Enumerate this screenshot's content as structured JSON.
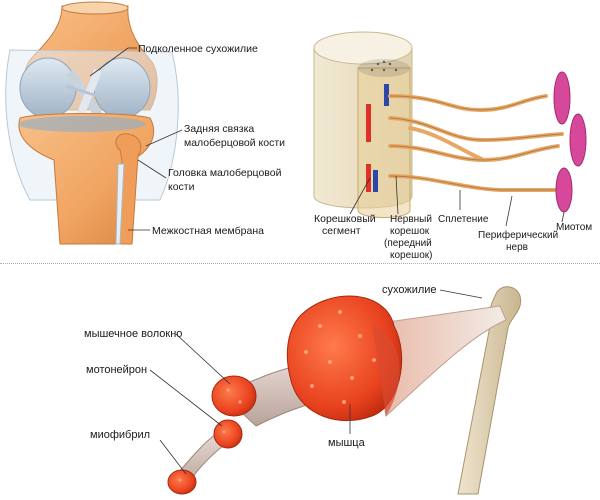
{
  "knee": {
    "labels": {
      "popliteal_tendon": "Подколенное сухожилие",
      "posterior_ligament_line1": "Задняя связка",
      "posterior_ligament_line2": "малоберцовой кости",
      "fibula_head_line1": "Головка малоберцовой",
      "fibula_head_line2": "кости",
      "interosseous_membrane": "Межкостная мембрана"
    }
  },
  "spine": {
    "labels": {
      "root_segment_line1": "Корешковый",
      "root_segment_line2": "сегмент",
      "nerve_root_line1": "Нервный",
      "nerve_root_line2": "корешок",
      "nerve_root_line3": "(передний",
      "nerve_root_line4": "корешок)",
      "plexus": "Сплетение",
      "peripheral_nerve_line1": "Периферический",
      "peripheral_nerve_line2": "нерв",
      "myotome": "Миотом"
    }
  },
  "muscle": {
    "labels": {
      "tendon": "сухожилие",
      "muscle_fiber": "мышечное волокно",
      "motoneuron": "мотонейрон",
      "myofibril": "миофибрил",
      "muscle": "мышца"
    }
  }
}
